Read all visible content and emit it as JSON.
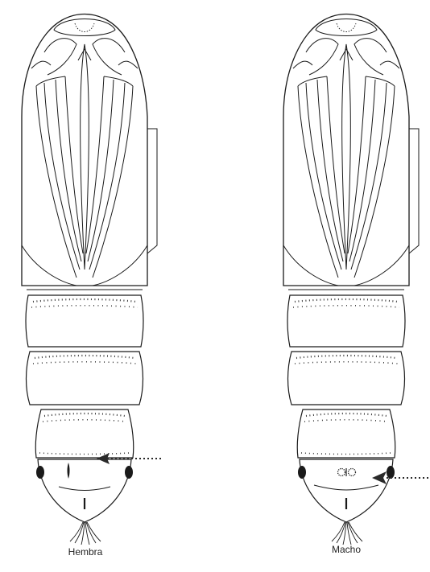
{
  "figure": {
    "panels": [
      {
        "id": "female",
        "label": "Hembra"
      },
      {
        "id": "male",
        "label": "Macho"
      }
    ],
    "colors": {
      "ink": "#1a1a1a",
      "stipple": "#3a3a3a",
      "arrow": "#2a2a2a",
      "background": "#ffffff"
    }
  }
}
